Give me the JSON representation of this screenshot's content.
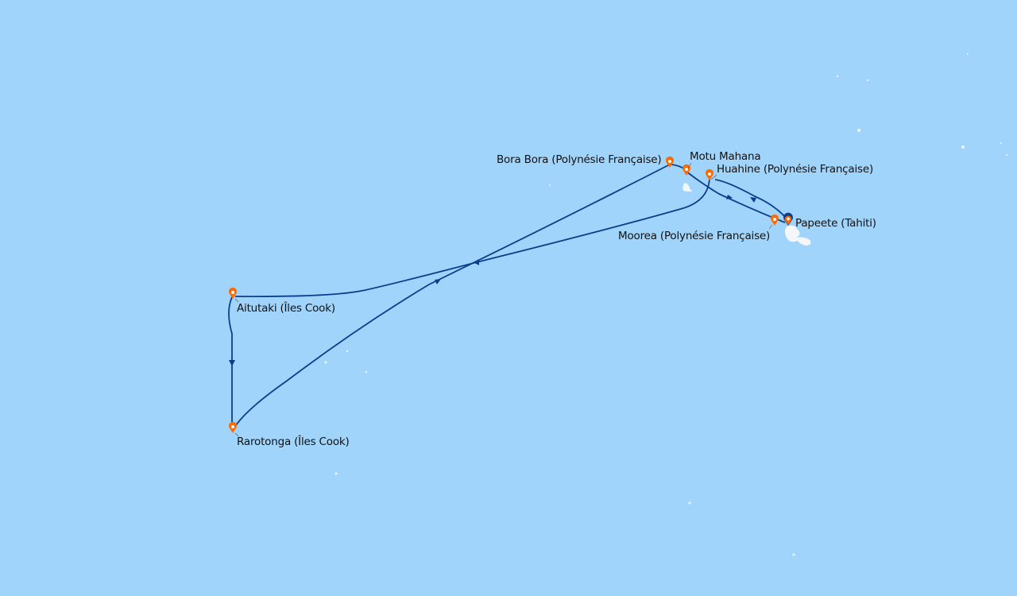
{
  "map": {
    "colors": {
      "sea": "#a0d4fb",
      "route": "#0b3f8c",
      "pin": "#ff6a00",
      "start_pin": "#0b3f8c",
      "land": "#ffffff"
    },
    "ports": [
      {
        "id": "papeete",
        "label": "Papeete (Tahiti)",
        "start": true
      },
      {
        "id": "moorea",
        "label": "Moorea (Polynésie Française)"
      },
      {
        "id": "huahine",
        "label": "Huahine (Polynésie Française)"
      },
      {
        "id": "motu-mahana",
        "label": "Motu Mahana"
      },
      {
        "id": "bora-bora",
        "label": "Bora Bora (Polynésie Française)"
      },
      {
        "id": "aitutaki",
        "label": "Aitutaki (Îles Cook)"
      },
      {
        "id": "rarotonga",
        "label": "Rarotonga (Îles Cook)"
      }
    ]
  }
}
